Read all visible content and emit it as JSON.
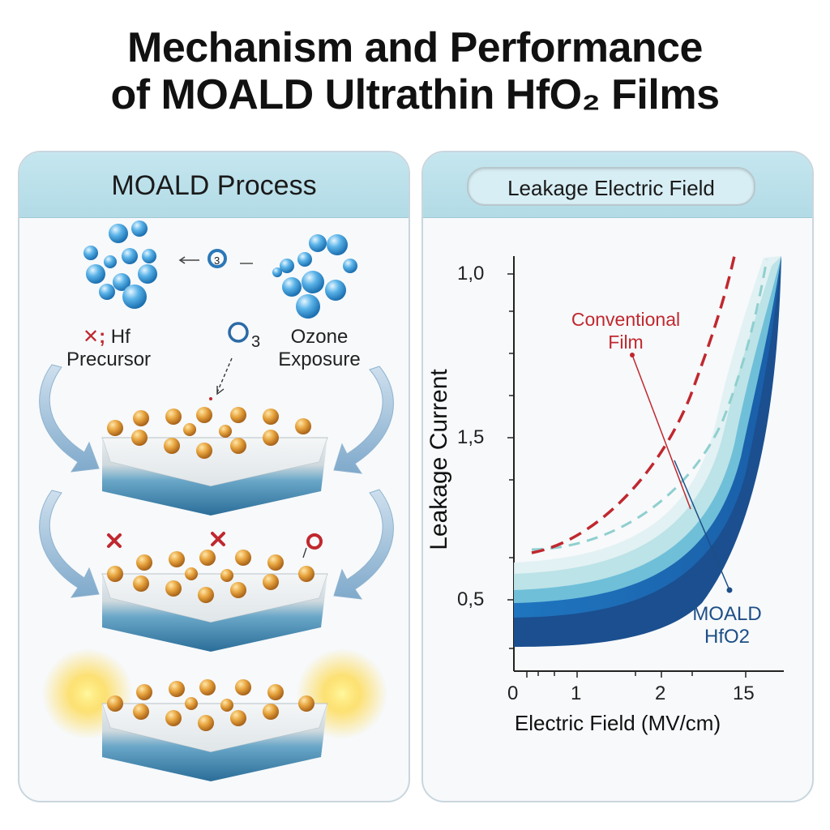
{
  "title": {
    "line1": "Mechanism and Performance",
    "line2": "of MOALD Ultrathin HfO₂ Films"
  },
  "left_panel": {
    "title": "MOALD Process",
    "o3_top": "O₃",
    "o3_mid": "O",
    "o3_mid_sub": "3",
    "precursor_mark": "✕;",
    "precursor_line1": "Hf",
    "precursor_line2": "Precursor",
    "ozone_line1": "Ozone",
    "ozone_line2": "Exposure"
  },
  "right_panel": {
    "title": "Leakage Electric Field",
    "y_axis_label": "Leakage Current",
    "x_axis_label": "Electric Field (MV/cm)",
    "y_ticks": [
      "1,0",
      "1,5",
      "0,5"
    ],
    "x_ticks": [
      "0",
      "1",
      "2",
      "15"
    ],
    "annotation_conventional_line1": "Conventional",
    "annotation_conventional_line2": "Film",
    "annotation_moald_line1": "MOALD",
    "annotation_moald_line2": "HfO2"
  },
  "colors": {
    "conventional": "#c0282e",
    "moald": "#1d6fb5",
    "moald_dark": "#1b4f8f",
    "light_dash": "#8fcfcf",
    "header_bg": "#b8dfe9"
  },
  "chart_data": {
    "type": "line",
    "xlabel": "Electric Field (MV/cm)",
    "ylabel": "Leakage Current",
    "x_tick_labels": [
      "0",
      "1",
      "2",
      "15"
    ],
    "y_tick_labels": [
      "1,0",
      "1,5",
      "0,5"
    ],
    "series": [
      {
        "name": "Conventional Film",
        "style": "dashed",
        "color": "#c0282e"
      },
      {
        "name": "MOALD HfO2",
        "style": "filled-band",
        "color": "#1d6fb5"
      }
    ]
  }
}
